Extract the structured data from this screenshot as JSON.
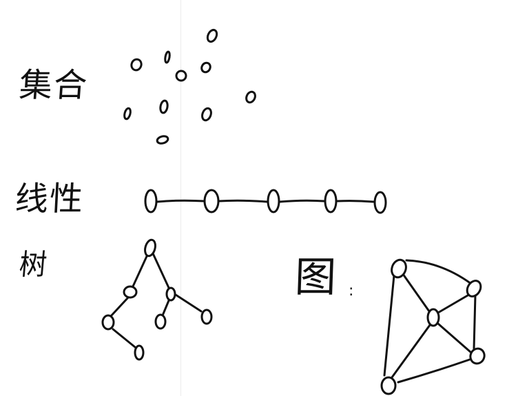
{
  "labels": {
    "set": "集合",
    "linear": "线性",
    "tree": "树",
    "graph": "图",
    "colon": ":"
  },
  "colors": {
    "ink": "#111111",
    "paper": "#ffffff",
    "divider": "#ececec"
  }
}
